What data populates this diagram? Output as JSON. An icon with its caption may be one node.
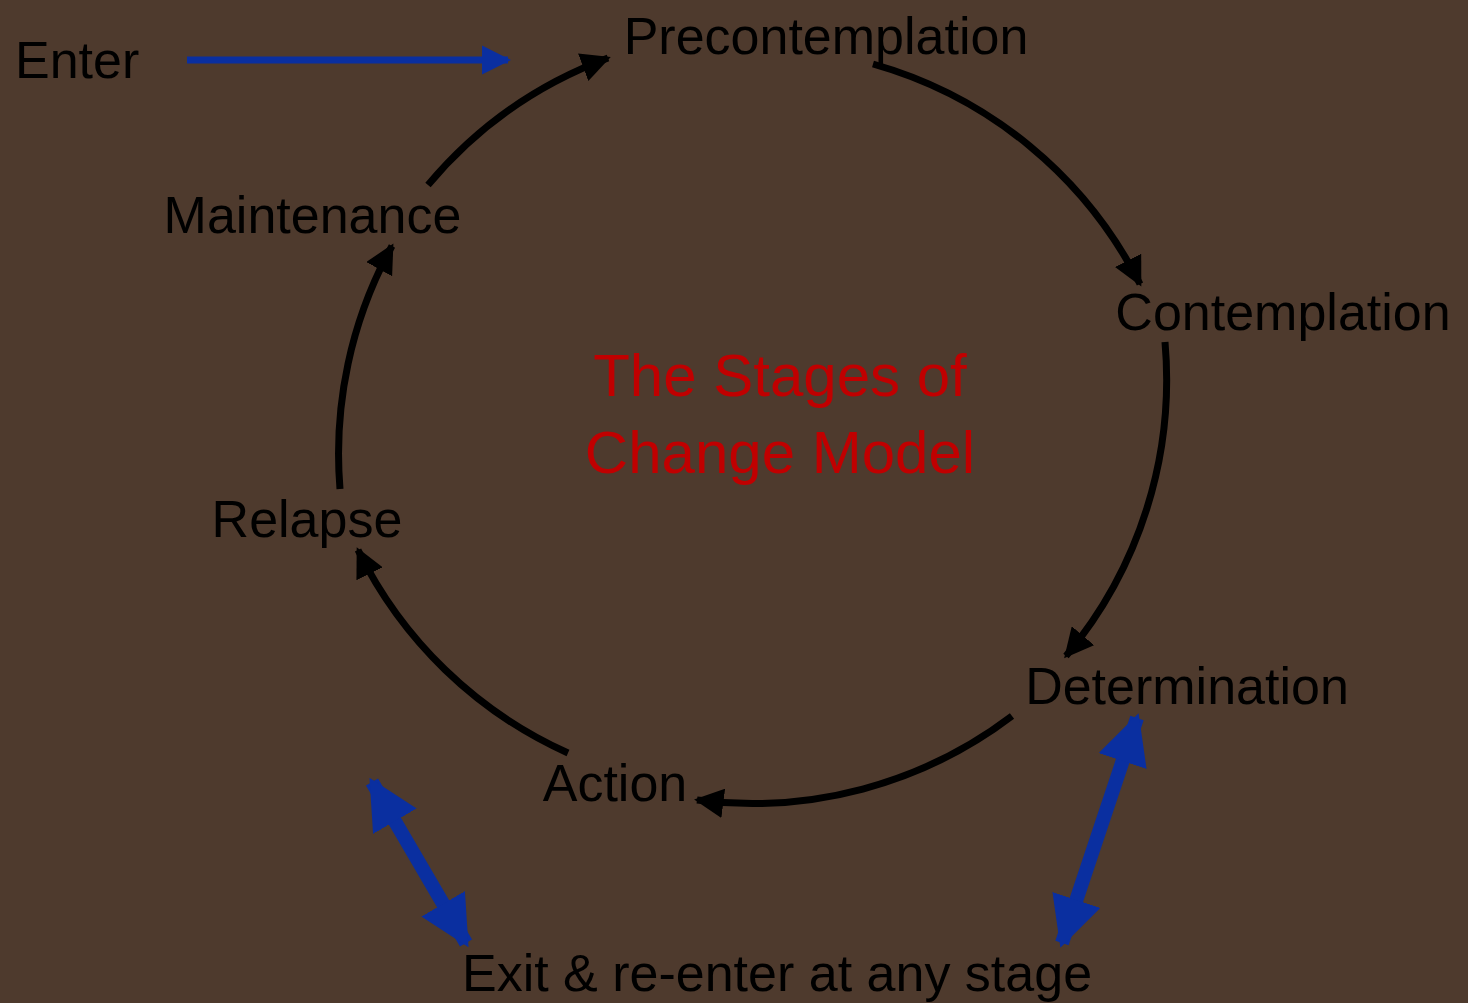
{
  "diagram": {
    "title": "The Stages of Change Model",
    "nodes": [
      {
        "text": [
          "Enter"
        ]
      },
      {
        "text": [
          "Precontemplation"
        ]
      },
      {
        "text": [
          "Contemplation"
        ]
      },
      {
        "text": [
          "Determination"
        ]
      },
      {
        "text": [
          "Action"
        ]
      },
      {
        "text": [
          "Relapse"
        ]
      },
      {
        "text": [
          "Maintenance"
        ]
      },
      {
        "text": [
          "Exit & re-enter at any stage"
        ]
      }
    ],
    "edges": [
      {
        "from": 0,
        "to": null,
        "arrow": "to",
        "color": "#0a2fa0"
      },
      {
        "from": 1,
        "to": 2,
        "arrow": "to"
      },
      {
        "from": 2,
        "to": 3,
        "arrow": "to"
      },
      {
        "from": 3,
        "to": 4,
        "arrow": "to"
      },
      {
        "from": 4,
        "to": 5,
        "arrow": "to"
      },
      {
        "from": 5,
        "to": 6,
        "arrow": "to"
      },
      {
        "from": 6,
        "to": 1,
        "arrow": "to"
      },
      {
        "from": 7,
        "to": null,
        "arrow": "both",
        "style": "thick",
        "color": "#0a2fa0"
      },
      {
        "from": 7,
        "to": 3,
        "arrow": "both",
        "style": "thick",
        "color": "#0a2fa0"
      }
    ]
  }
}
